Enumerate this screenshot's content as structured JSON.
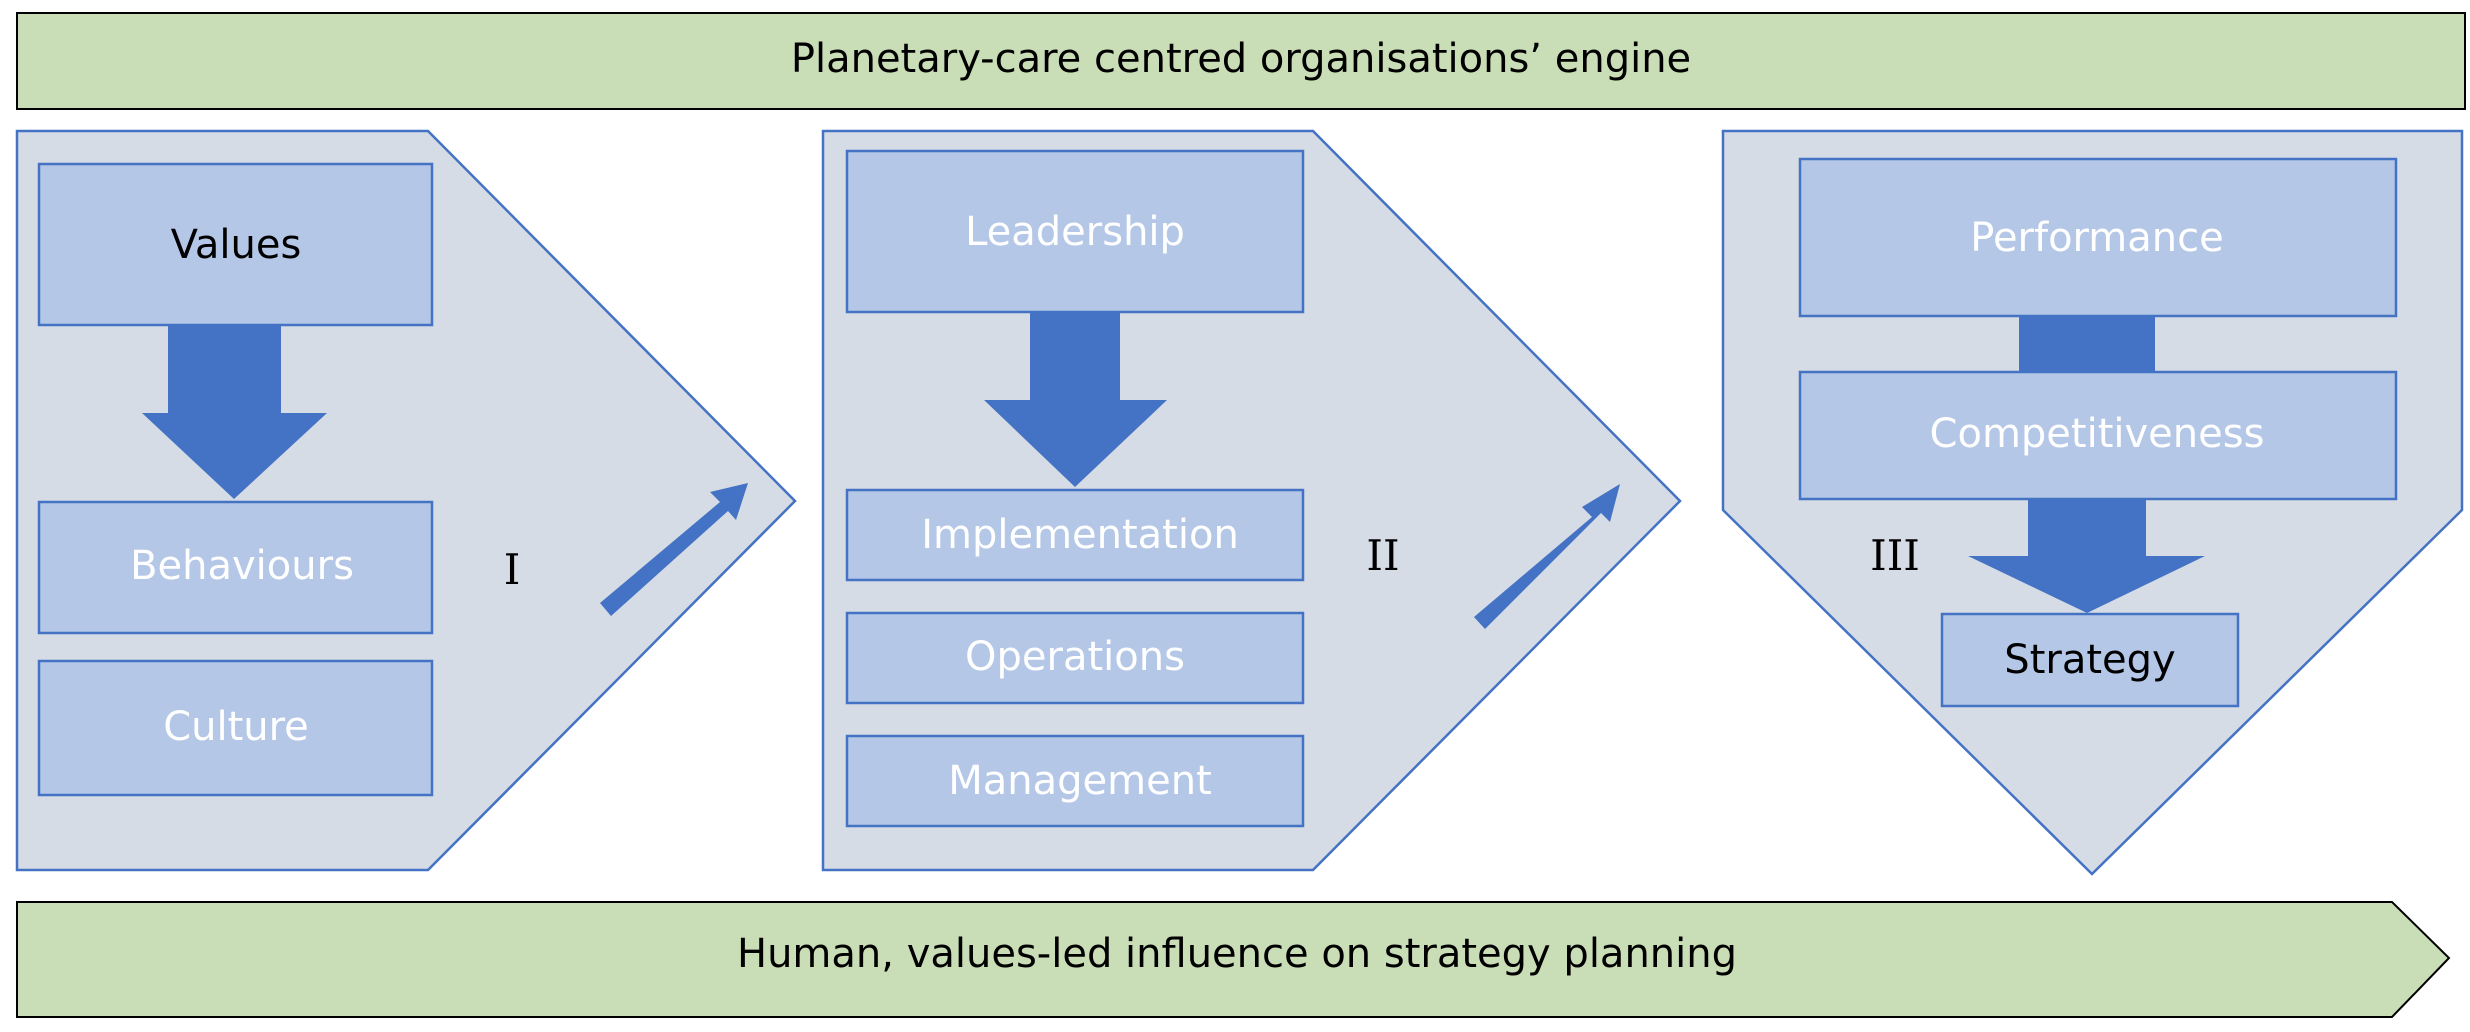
{
  "header": {
    "title": "Planetary-care centred organisations’ engine"
  },
  "footer": {
    "title": "Human, values-led influence on strategy planning"
  },
  "stages": [
    {
      "numeral": "I",
      "boxes": [
        "Values",
        "Behaviours",
        "Culture"
      ]
    },
    {
      "numeral": "II",
      "boxes": [
        "Leadership",
        "Implementation",
        "Operations",
        "Management"
      ]
    },
    {
      "numeral": "III",
      "boxes": [
        "Performance",
        "Competitiveness",
        "Strategy"
      ]
    }
  ],
  "colors": {
    "banner_fill": "#c9ddb6",
    "panel_fill": "#d6dce5",
    "panel_stroke": "#4472c4",
    "box_fill": "#b4c7e7",
    "box_stroke": "#4472c4",
    "arrow_fill": "#4472c4",
    "dark_text": "#000000",
    "light_text": "#ffffff"
  }
}
